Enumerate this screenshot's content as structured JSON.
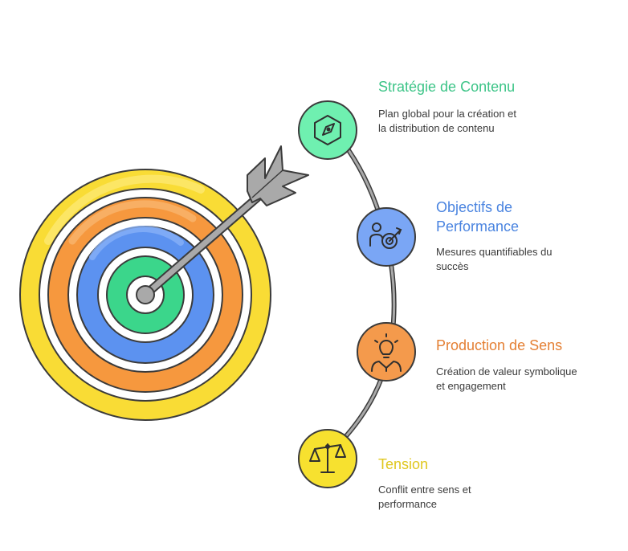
{
  "items": [
    {
      "title": "Stratégie de Contenu",
      "desc_line1": "Plan global pour la création et",
      "desc_line2": "la distribution de contenu",
      "color": "#3cc487",
      "fill": "#6ff0b0",
      "icon": "compass-icon"
    },
    {
      "title_line1": "Objectifs de",
      "title_line2": "Performance",
      "desc_line1": "Mesures quantifiables du",
      "desc_line2": "succès",
      "color": "#4a84e0",
      "fill": "#7aa6f5",
      "icon": "target-person-icon"
    },
    {
      "title": "Production de Sens",
      "desc_line1": "Création de valeur symbolique",
      "desc_line2": "et engagement",
      "color": "#e47f33",
      "fill": "#f49a4c",
      "icon": "lightbulb-person-icon"
    },
    {
      "title": "Tension",
      "desc_line1": "Conflit entre sens et",
      "desc_line2": "performance",
      "color": "#e0c71e",
      "fill": "#f7e12f",
      "icon": "scales-icon"
    }
  ],
  "target_colors": {
    "outer": "#f9dc35",
    "ring2": "#f6983e",
    "ring3": "#5c92f0",
    "inner": "#3bd68b",
    "arrow": "#a9a9a9"
  }
}
